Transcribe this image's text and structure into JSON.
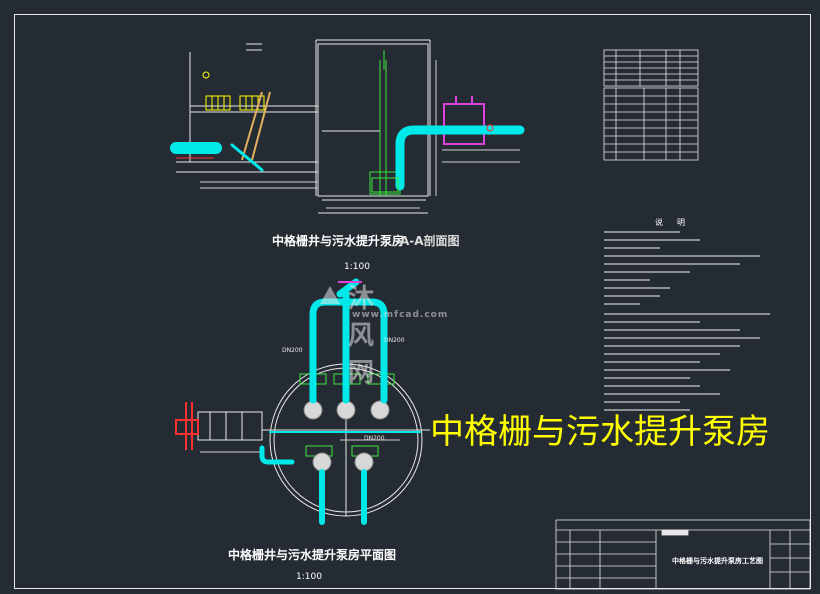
{
  "drawing": {
    "section_title": "中格栅井与污水提升泵房",
    "section_title_suffix": "A-A剖面图",
    "section_scale": "1:100",
    "plan_title": "中格栅井与污水提升泵房平面图",
    "plan_scale": "1:100",
    "notes_heading": "说明",
    "overlay_label": "中格栅与污水提升泵房",
    "titleblock_title": "中格栅与污水提升泵房工艺图",
    "pipe_labels": [
      "DN200",
      "DN200",
      "DN200"
    ]
  },
  "watermark": {
    "cn": "沐风网",
    "en": "www.mfcad.com"
  },
  "colors": {
    "background": "#252b33",
    "cyan_pipe": "#00e8e8",
    "green_line": "#3ce63c",
    "magenta": "#e040e0",
    "red": "#ff3030",
    "yellow_label": "#ffff00",
    "white_line": "#e8e8e8"
  }
}
